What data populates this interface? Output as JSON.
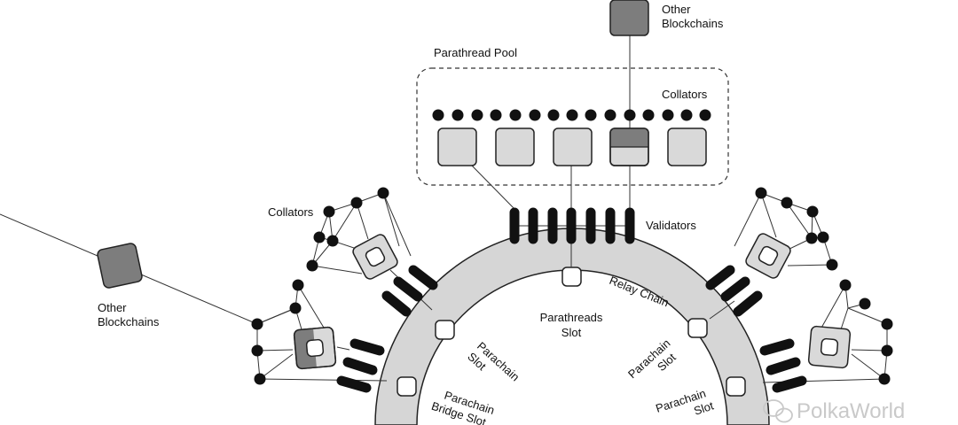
{
  "labels": {
    "other_blockchains_top_line1": "Other",
    "other_blockchains_top_line2": "Blockchains",
    "parathread_pool": "Parathread Pool",
    "collators_pool": "Collators",
    "collators_left": "Collators",
    "validators": "Validators",
    "relay_chain": "Relay Chain",
    "parathreads_slot_line1": "Parathreads",
    "parathreads_slot_line2": "Slot",
    "parachain_slot_left_line1": "Parachain",
    "parachain_slot_left_line2": "Slot",
    "parachain_bridge_line1": "Parachain",
    "parachain_bridge_line2": "Bridge Slot",
    "parachain_slot_right_line1": "Parachain",
    "parachain_slot_right_line2": "Slot",
    "parachain_slot_right2_line1": "Parachain",
    "parachain_slot_right2_line2": "Slot",
    "other_blockchains_left_line1": "Other",
    "other_blockchains_left_line2": "Blockchains"
  },
  "watermark": {
    "text": "PolkaWorld",
    "icon": "wechat-icon"
  },
  "colors": {
    "ink": "#111111",
    "chain_fill": "#d6d6d6",
    "block_light": "#d9d9d9",
    "block_dark": "#7d7d7d"
  }
}
